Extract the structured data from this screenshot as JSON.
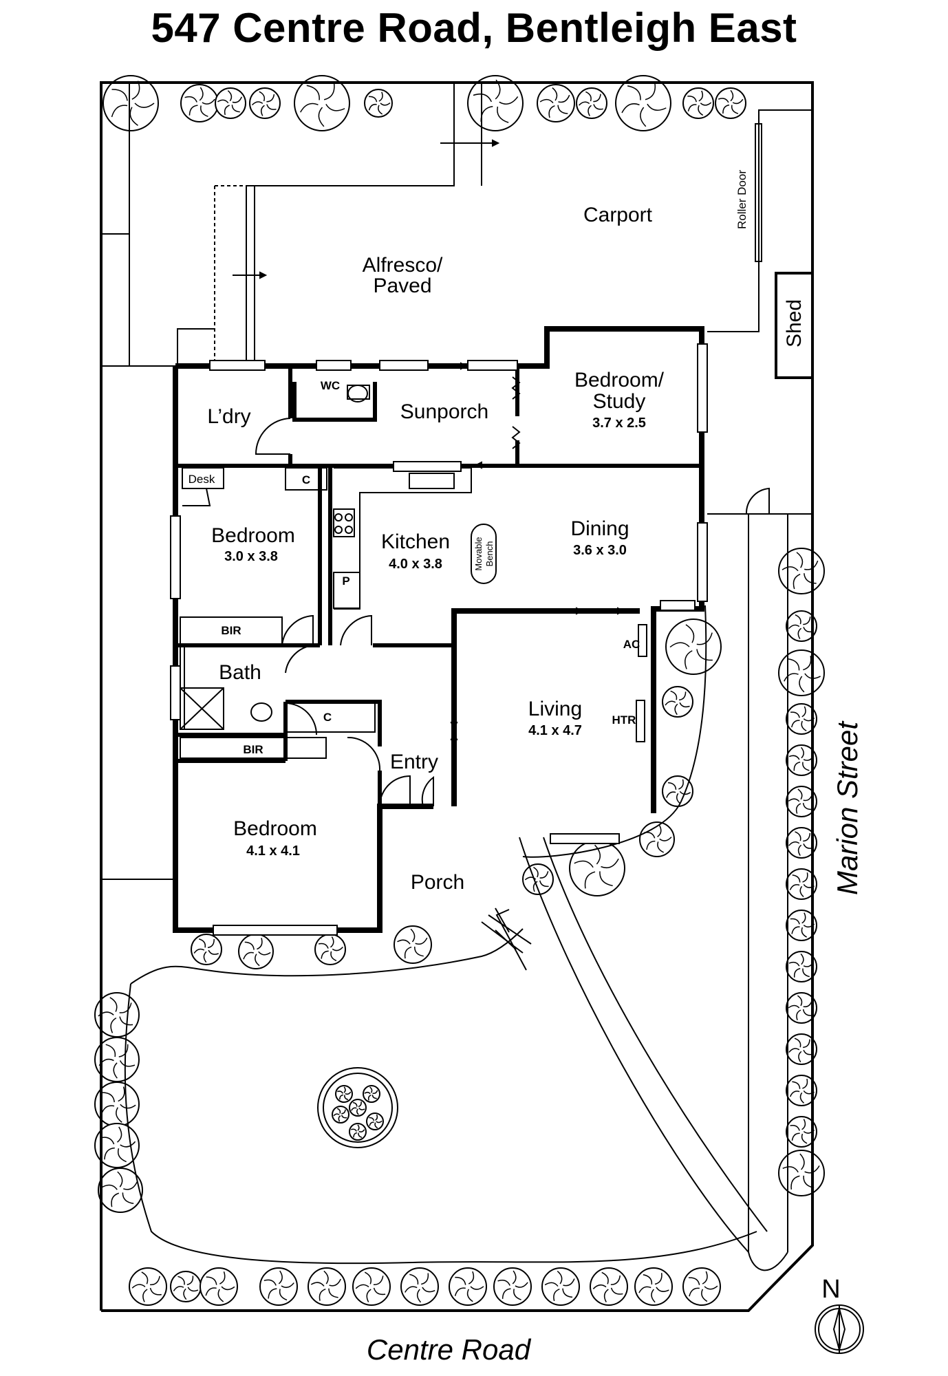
{
  "title": "547 Centre Road, Bentleigh East",
  "streets": {
    "south": "Centre Road",
    "east": "Marion Street"
  },
  "north_label": "N",
  "rooms": {
    "carport": "Carport",
    "roller_door": "Roller Door",
    "shed": "Shed",
    "alfresco_1": "Alfresco/",
    "alfresco_2": "Paved",
    "laundry": "L’dry",
    "wc": "WC",
    "sunporch": "Sunporch",
    "bedroom_study_1": "Bedroom/",
    "bedroom_study_2": "Study",
    "bedroom_study_dim": "3.7 x 2.5",
    "desk": "Desk",
    "c1": "C",
    "bedroom2": "Bedroom",
    "bedroom2_dim": "3.0 x 3.8",
    "kitchen": "Kitchen",
    "kitchen_dim": "4.0 x 3.8",
    "movable_bench_1": "Movable",
    "movable_bench_2": "Bench",
    "pantry": "P",
    "dining": "Dining",
    "dining_dim": "3.6 x 3.0",
    "bir1": "BIR",
    "bath": "Bath",
    "c2": "C",
    "ac": "AC",
    "living": "Living",
    "living_dim": "4.1 x 4.7",
    "htr": "HTR",
    "bir2": "BIR",
    "entry": "Entry",
    "bedroom1": "Bedroom",
    "bedroom1_dim": "4.1 x 4.1",
    "porch": "Porch"
  }
}
